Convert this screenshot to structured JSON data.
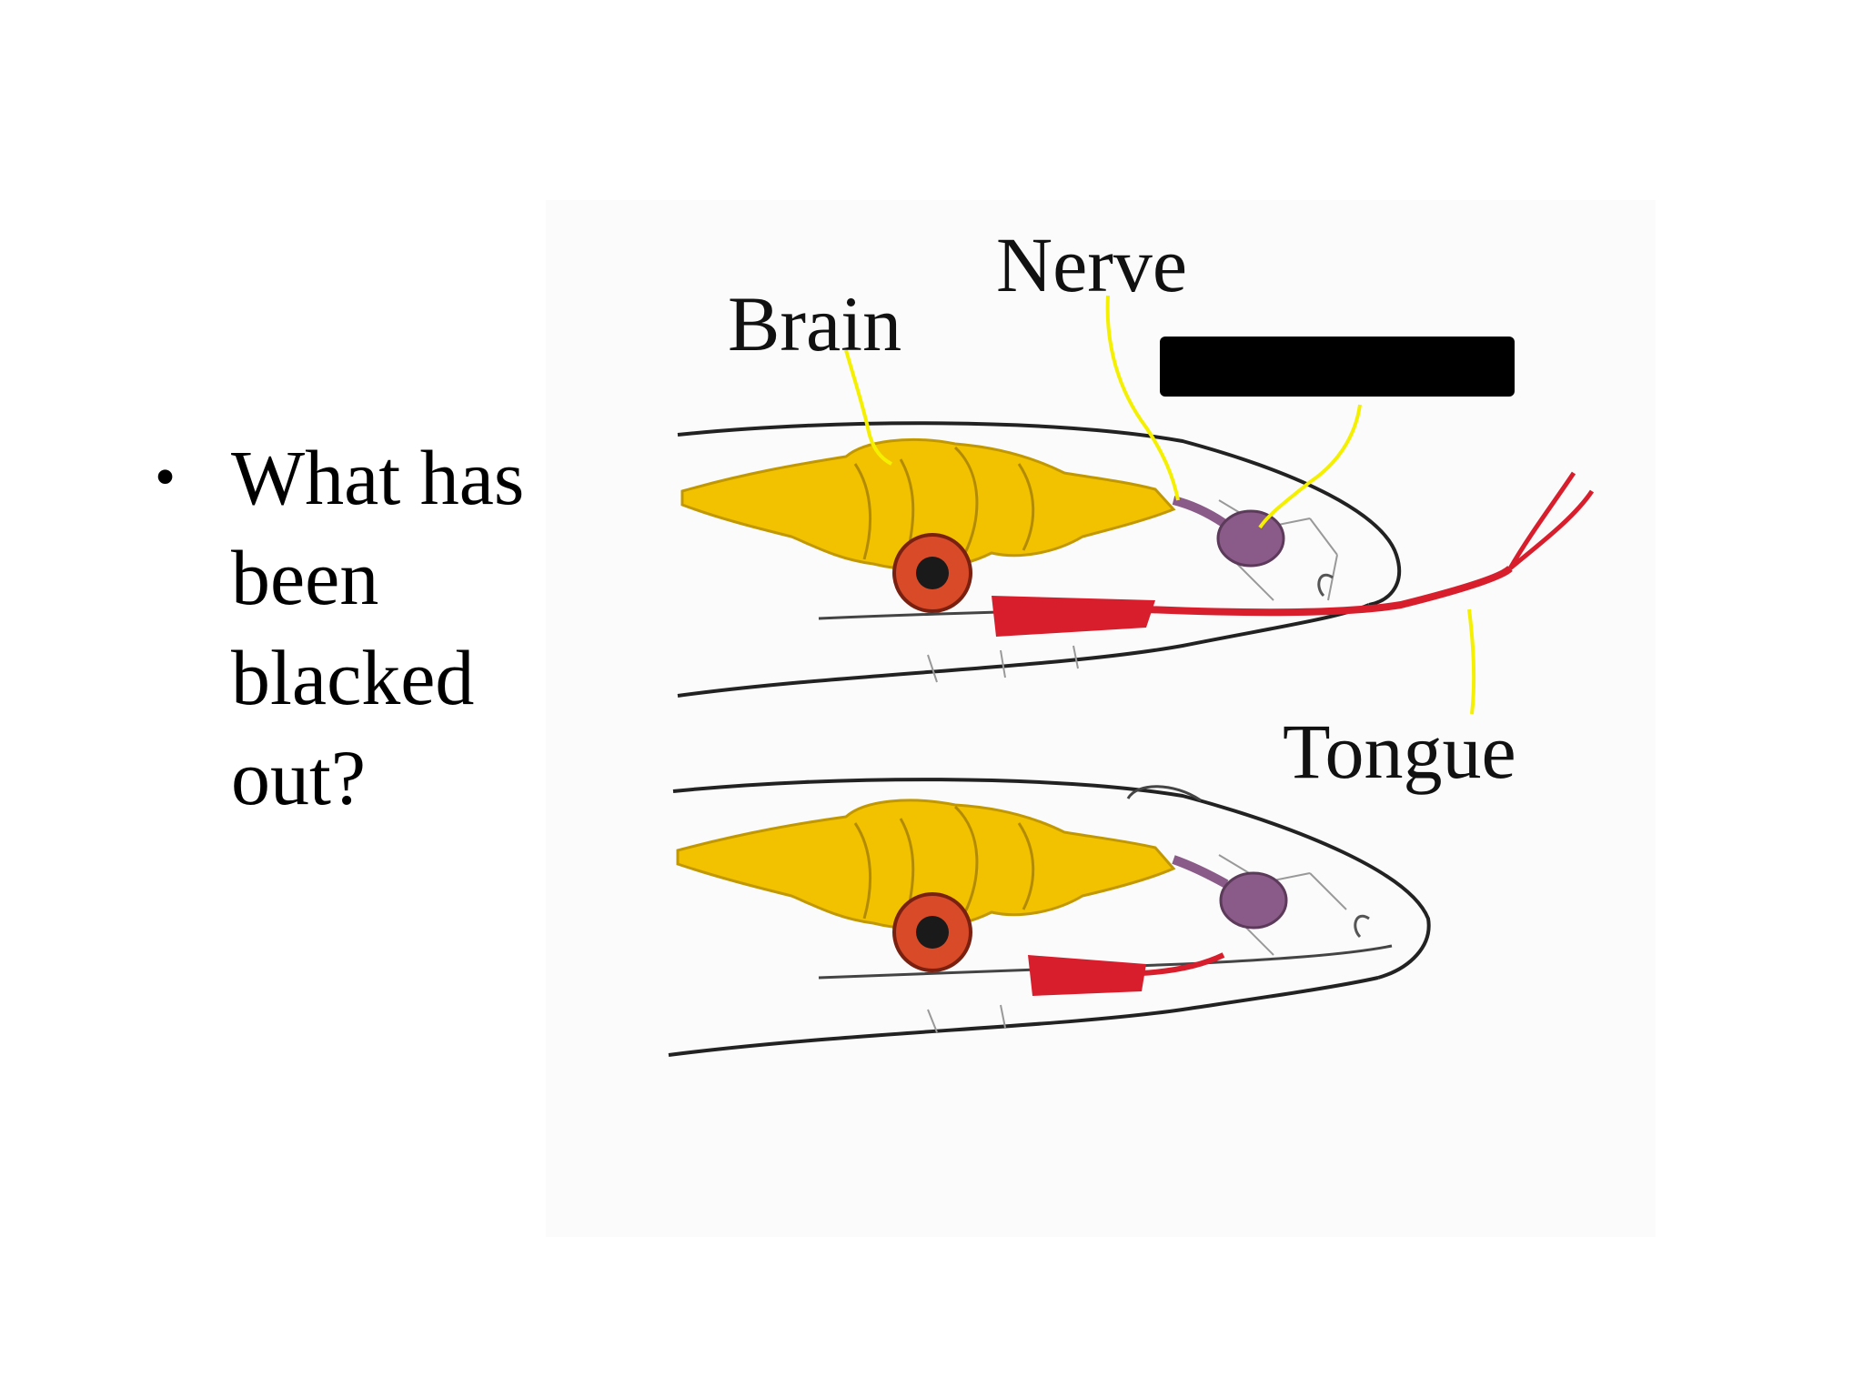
{
  "slide": {
    "bullet_symbol": "•",
    "question_lines": [
      "What has",
      "been",
      "blacked",
      "out?"
    ]
  },
  "diagram": {
    "labels": {
      "brain": "Brain",
      "nerve": "Nerve",
      "tongue": "Tongue"
    },
    "colors": {
      "brain": "#f2c200",
      "jacobson_organ": "#8a5a88",
      "tongue": "#d81e2c",
      "eye_iris": "#d84a28",
      "eye_pupil": "#1a1a1a",
      "leader_line": "#f4f000",
      "outline": "#222222",
      "redaction": "#000000",
      "paper": "#fbfbfb"
    }
  }
}
